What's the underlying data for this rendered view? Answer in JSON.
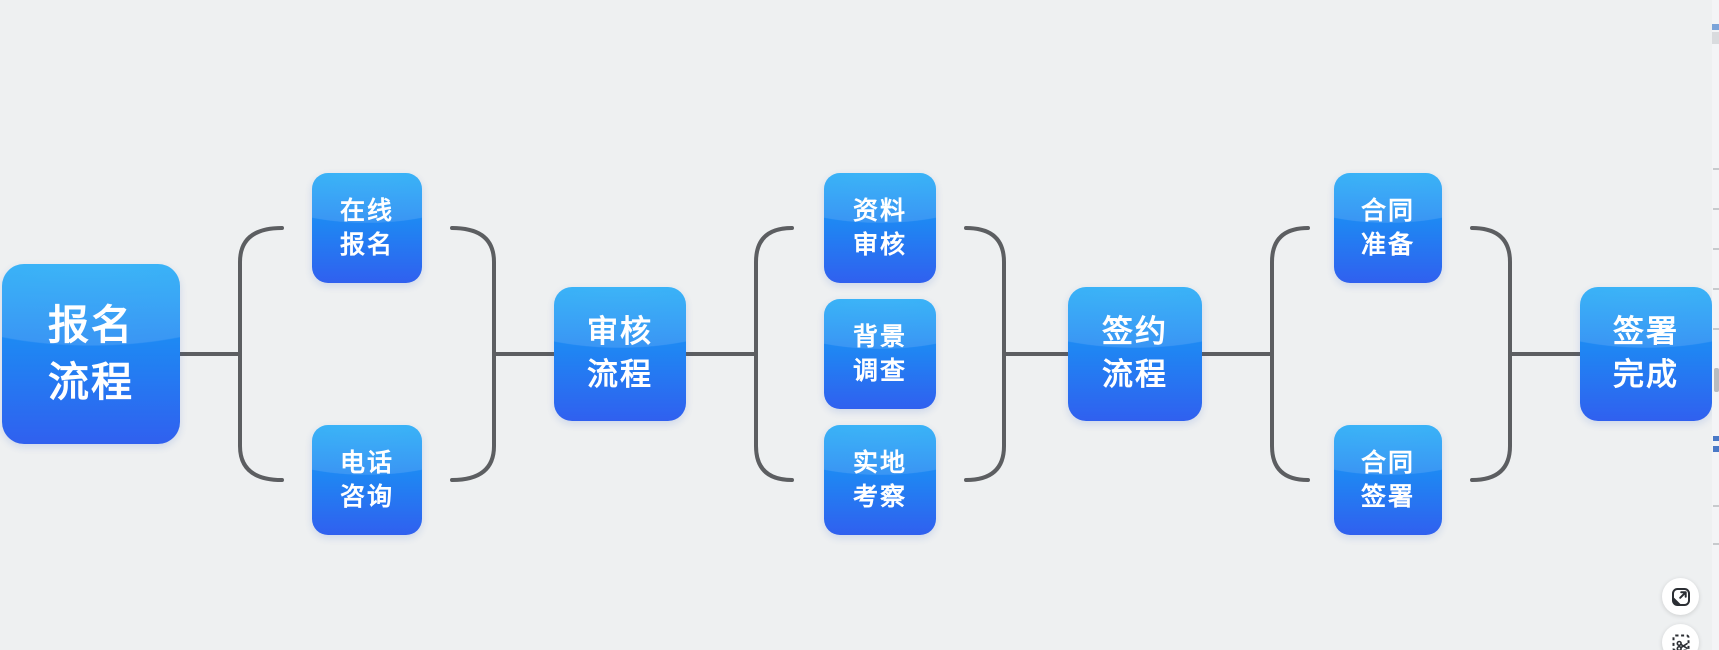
{
  "theme": {
    "background": "#eef0f1",
    "node_gradient_top": "#18a6f6",
    "node_gradient_bottom": "#3060ef",
    "node_text_color": "#ffffff",
    "connector_color": "#5c5e61"
  },
  "diagram": {
    "type": "mindmap-flow",
    "nodes": {
      "registration_process": {
        "line1": "报名",
        "line2": "流程"
      },
      "online_registration": {
        "line1": "在线",
        "line2": "报名"
      },
      "phone_consultation": {
        "line1": "电话",
        "line2": "咨询"
      },
      "review_process": {
        "line1": "审核",
        "line2": "流程"
      },
      "document_review": {
        "line1": "资料",
        "line2": "审核"
      },
      "background_check": {
        "line1": "背景",
        "line2": "调查"
      },
      "site_visit": {
        "line1": "实地",
        "line2": "考察"
      },
      "signing_process": {
        "line1": "签约",
        "line2": "流程"
      },
      "contract_preparation": {
        "line1": "合同",
        "line2": "准备"
      },
      "contract_signing": {
        "line1": "合同",
        "line2": "签署"
      },
      "signing_complete": {
        "line1": "签署",
        "line2": "完成"
      }
    },
    "edges": [
      {
        "from": "registration_process",
        "to": [
          "online_registration",
          "phone_consultation"
        ]
      },
      {
        "from": [
          "online_registration",
          "phone_consultation"
        ],
        "to": "review_process"
      },
      {
        "from": "review_process",
        "to": [
          "document_review",
          "background_check",
          "site_visit"
        ]
      },
      {
        "from": [
          "document_review",
          "background_check",
          "site_visit"
        ],
        "to": "signing_process"
      },
      {
        "from": "signing_process",
        "to": [
          "contract_preparation",
          "contract_signing"
        ]
      },
      {
        "from": [
          "contract_preparation",
          "contract_signing"
        ],
        "to": "signing_complete"
      }
    ]
  }
}
